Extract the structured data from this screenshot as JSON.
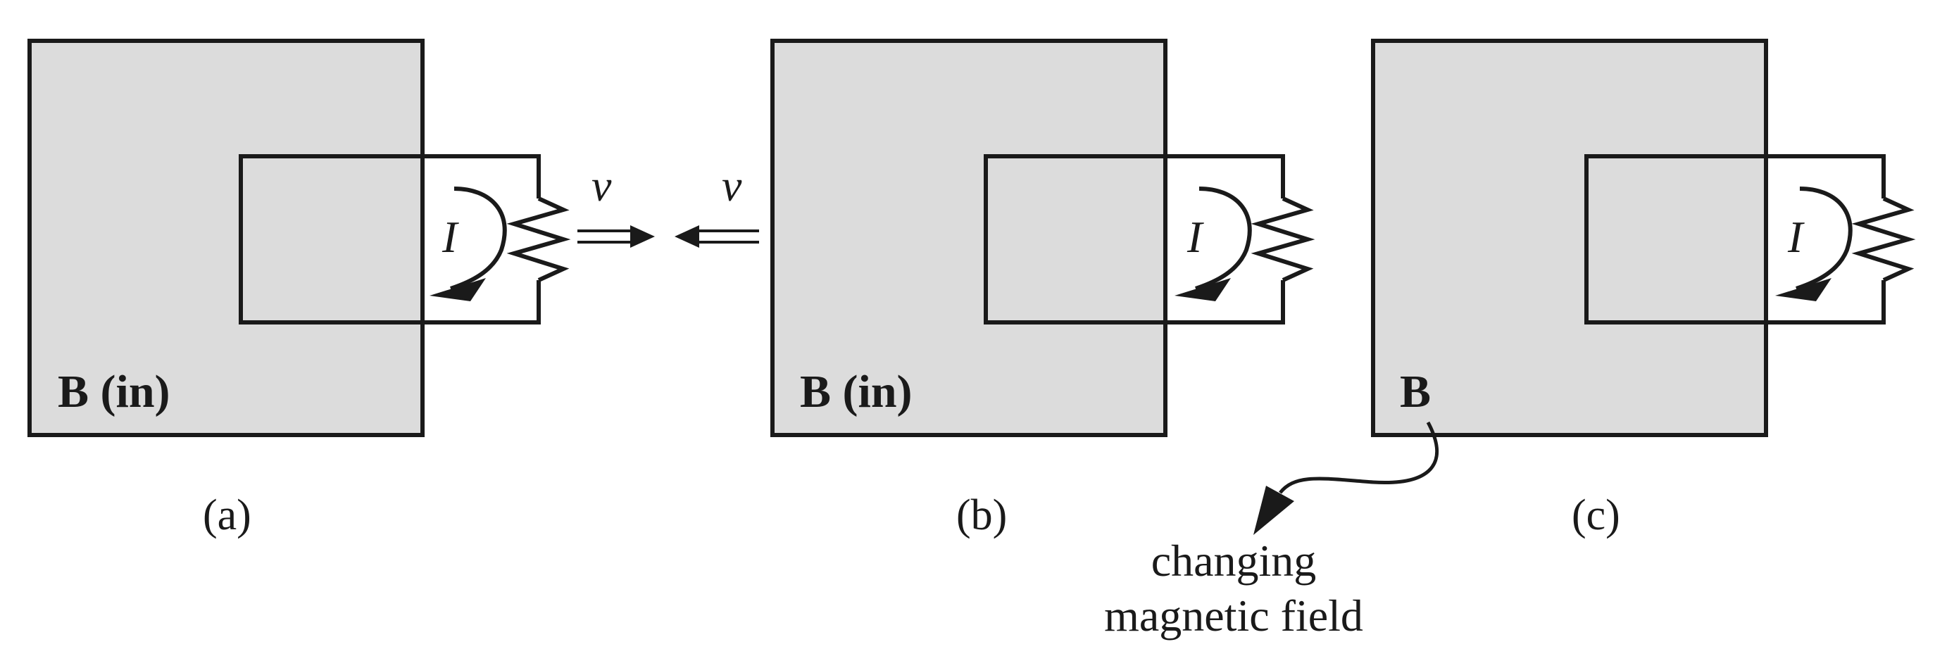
{
  "panels": [
    {
      "caption": "(a)",
      "field_label": "B (in)",
      "current_label": "I",
      "velocity_label": "v"
    },
    {
      "caption": "(b)",
      "field_label": "B (in)",
      "current_label": "I",
      "velocity_label": "v"
    },
    {
      "caption": "(c)",
      "field_label": "B",
      "current_label": "I"
    }
  ],
  "annotation": {
    "line1": "changing",
    "line2": "magnetic field"
  },
  "colors": {
    "field_region": "#dcdcdc",
    "stroke": "#1a1a1a"
  }
}
